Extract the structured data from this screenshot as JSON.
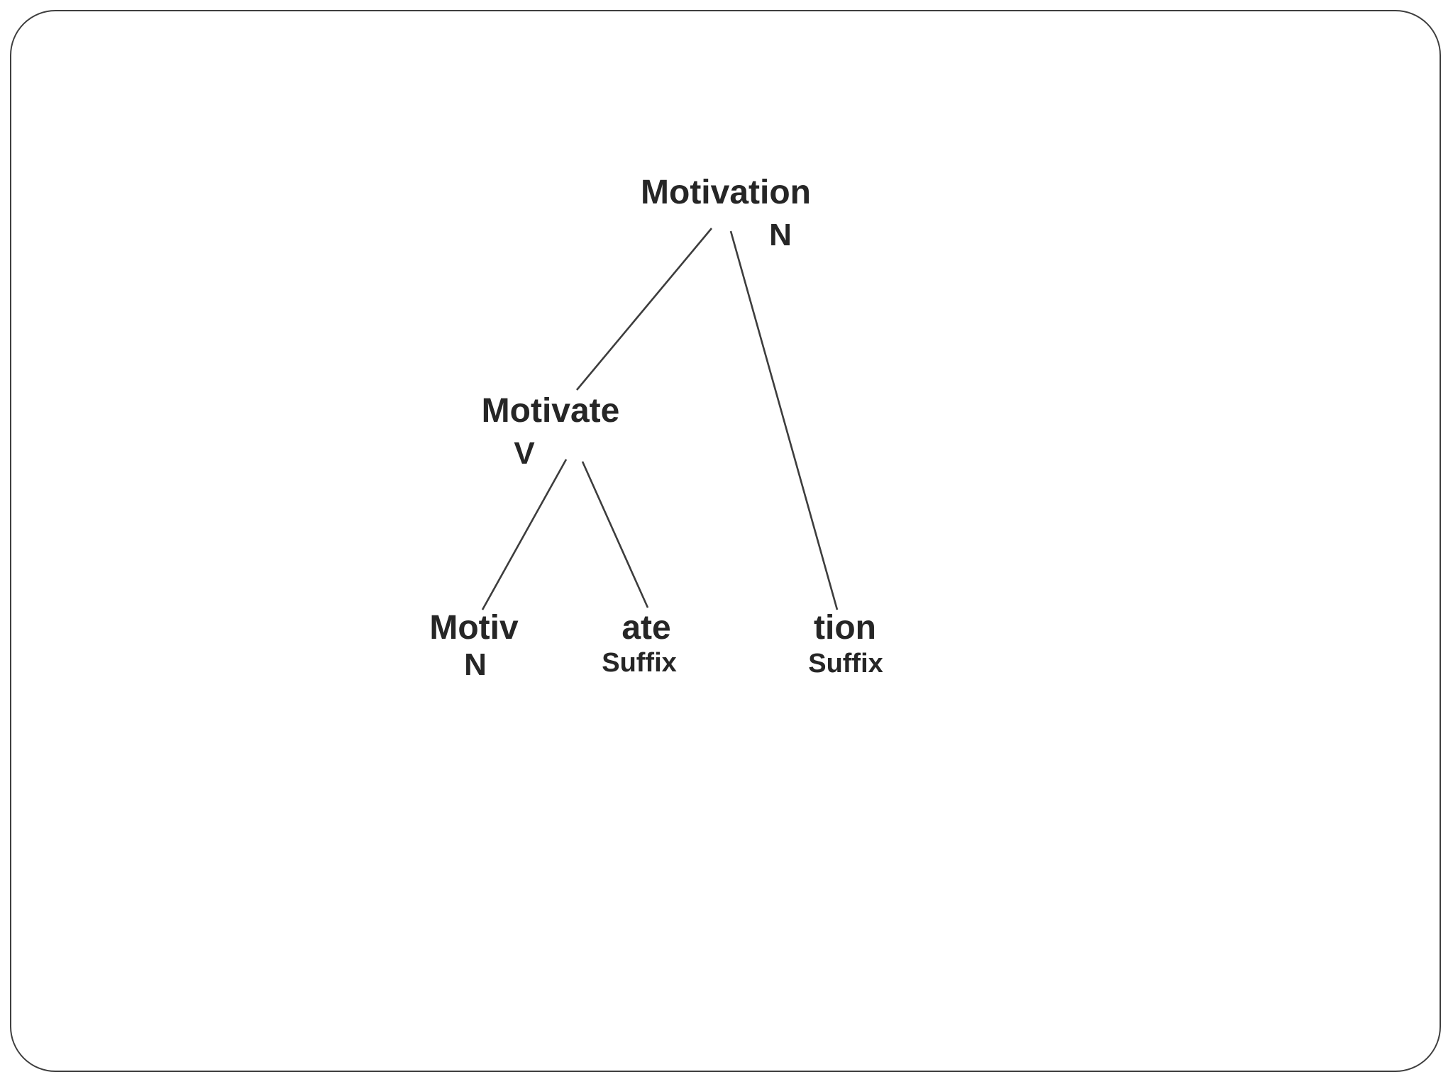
{
  "slide": {
    "background_color": "#ffffff",
    "border_color": "#3f3f3f",
    "text_color": "#262626",
    "line_color": "#3d3d3d"
  },
  "diagram": {
    "type": "morphology-tree",
    "subject_word": "Motivation",
    "nodes": [
      {
        "id": "motivation",
        "word": "Motivation",
        "category": "N"
      },
      {
        "id": "motivate",
        "word": "Motivate",
        "category": "V"
      },
      {
        "id": "motiv",
        "word": "Motiv",
        "category": "N"
      },
      {
        "id": "ate",
        "word": "ate",
        "category": "Suffix"
      },
      {
        "id": "tion",
        "word": "tion",
        "category": "Suffix"
      }
    ],
    "edges": [
      {
        "from": "motivation",
        "to": "motivate"
      },
      {
        "from": "motivation",
        "to": "tion"
      },
      {
        "from": "motivate",
        "to": "motiv"
      },
      {
        "from": "motivate",
        "to": "ate"
      }
    ]
  }
}
